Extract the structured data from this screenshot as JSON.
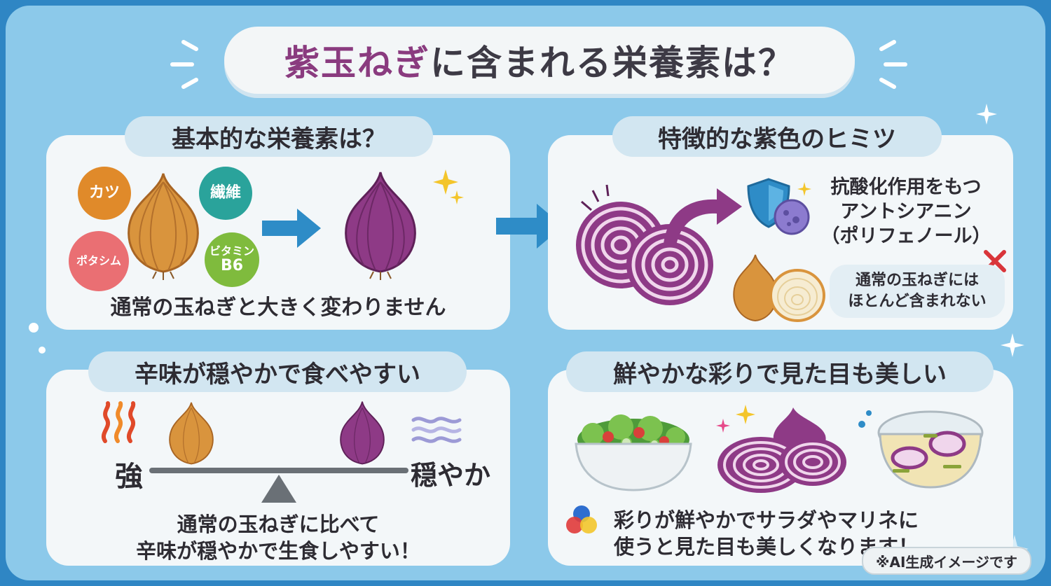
{
  "title": {
    "highlight": "紫玉ねぎ",
    "rest": "に含まれる栄養素は？"
  },
  "panels": {
    "basic": {
      "heading": "基本的な栄養素は？",
      "badges": [
        "カツ",
        "繊維",
        "ポタシム",
        "ビタミン",
        "B6"
      ],
      "caption": "通常の玉ねぎと大きく変わりません"
    },
    "purple": {
      "heading": "特徴的な紫色のヒミツ",
      "benefit_lines": [
        "抗酸化作用をもつ",
        "アントシアニン",
        "（ポリフェノール）"
      ],
      "note_lines": [
        "通常の玉ねぎには",
        "ほとんど含まれない"
      ]
    },
    "mild": {
      "heading": "辛味が穏やかで食べやすい",
      "strong_label": "強",
      "mild_label": "穏やか",
      "caption_lines": [
        "通常の玉ねぎに比べて",
        "辛味が穏やかで生食しやすい！"
      ]
    },
    "color": {
      "heading": "鮮やかな彩りで見た目も美しい",
      "caption_lines": [
        "彩りが鮮やかでサラダやマリネに",
        "使うと見た目も美しくなります！"
      ]
    }
  },
  "credit": "※AI生成イメージです",
  "colors": {
    "board": "#8cc9ea",
    "frame": "#2f86c4",
    "panel": "#f3f7f9",
    "heading_pill": "#d2e6f1",
    "title_purple": "#8a3b7f",
    "arrow_blue": "#2e8cc7",
    "onion_yellow": "#d9943d",
    "onion_purple": "#8e3a86",
    "badge_orange": "#e08a2a",
    "badge_teal": "#2aa39b",
    "badge_pink": "#ea6f73",
    "badge_green": "#7fbb3d"
  },
  "icons": [
    "sparkle-icon",
    "arrow-right-icon",
    "shield-icon",
    "bacteria-icon",
    "cross-icon",
    "heat-wave-icon",
    "mild-wave-icon",
    "seesaw-icon",
    "color-dots-icon"
  ]
}
